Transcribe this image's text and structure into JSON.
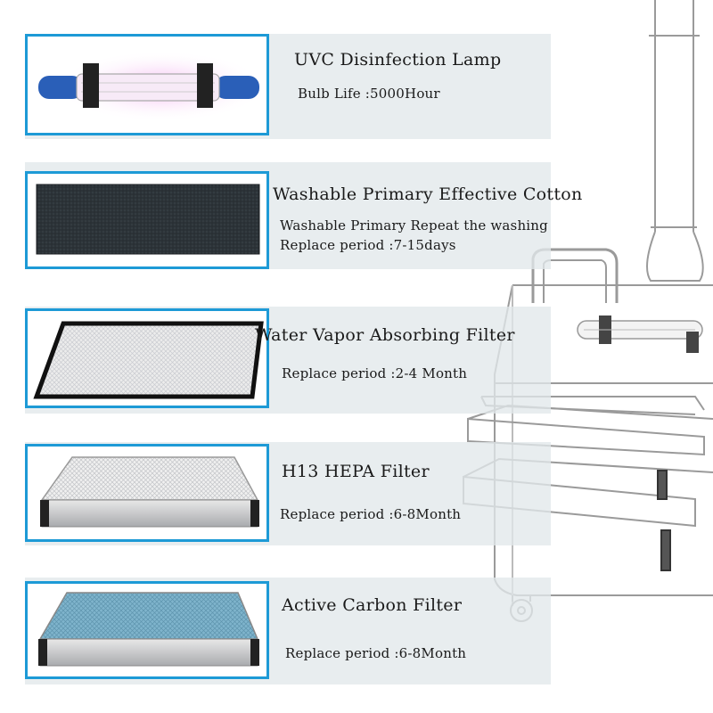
{
  "items": [
    {
      "title": "UVC Disinfection Lamp",
      "lines": [
        "Bulb Life :5000Hour"
      ]
    },
    {
      "title": "Washable Primary Effective Cotton",
      "lines": [
        "Washable Primary Repeat the washing",
        "Replace period :7-15days"
      ]
    },
    {
      "title": "Water Vapor Absorbing Filter",
      "lines": [
        "Replace period :2-4 Month"
      ]
    },
    {
      "title": "H13 HEPA Filter",
      "lines": [
        "Replace period :6-8Month"
      ]
    },
    {
      "title": "Active Carbon Filter",
      "lines": [
        "Replace period :6-8Month"
      ]
    }
  ],
  "colors": {
    "frame": "#1d9ad6",
    "band": "#e2e8ea",
    "lamp_glow": "#f2a8ee",
    "lamp_cap": "#2a5fb8",
    "carbon": "#7fb4cc"
  },
  "icons": [
    "uvc-lamp-icon",
    "foam-cotton-icon",
    "water-vapor-filter-icon",
    "hepa-filter-icon",
    "carbon-filter-icon"
  ]
}
